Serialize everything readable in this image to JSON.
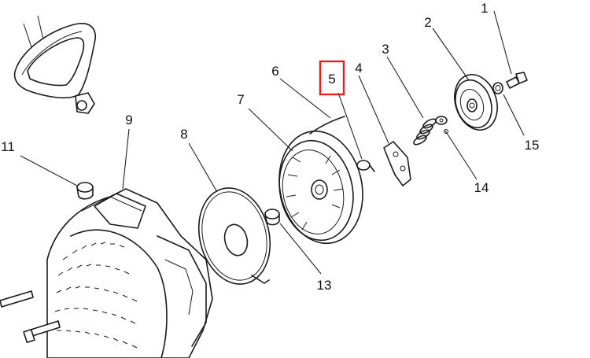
{
  "highlight_color": "#e02020",
  "parts": [
    {
      "id": "label-1",
      "number": "1"
    },
    {
      "id": "label-2",
      "number": "2"
    },
    {
      "id": "label-3",
      "number": "3"
    },
    {
      "id": "label-4",
      "number": "4"
    },
    {
      "id": "label-5",
      "number": "5",
      "highlighted": true
    },
    {
      "id": "label-6",
      "number": "6"
    },
    {
      "id": "label-7",
      "number": "7"
    },
    {
      "id": "label-8",
      "number": "8"
    },
    {
      "id": "label-9",
      "number": "9"
    },
    {
      "id": "label-11",
      "number": "11"
    },
    {
      "id": "label-13",
      "number": "13"
    },
    {
      "id": "label-14",
      "number": "14"
    },
    {
      "id": "label-15",
      "number": "15"
    }
  ],
  "labels": {
    "p1": "1",
    "p2": "2",
    "p3": "3",
    "p4": "4",
    "p5": "5",
    "p6": "6",
    "p7": "7",
    "p8": "8",
    "p9": "9",
    "p11": "11",
    "p13": "13",
    "p14": "14",
    "p15": "15"
  }
}
